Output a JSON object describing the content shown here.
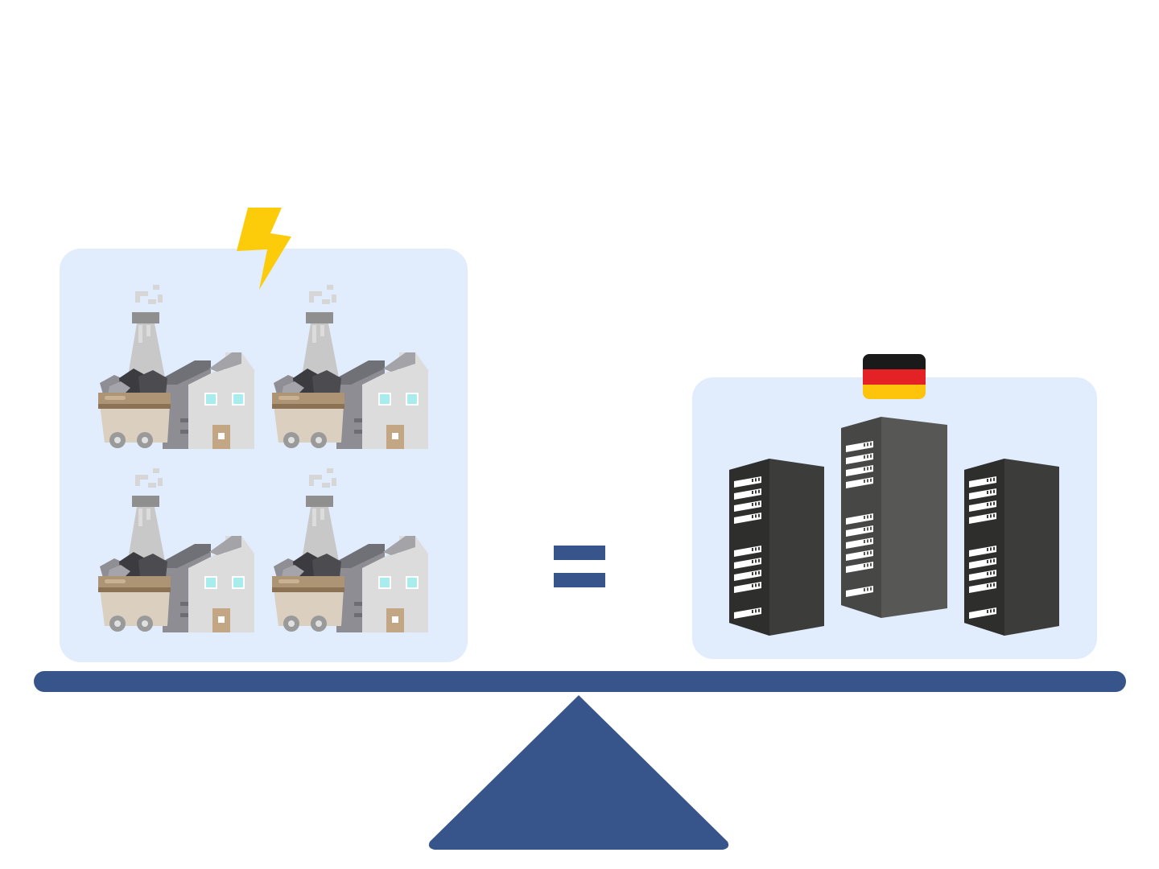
{
  "colors": {
    "panel_background": "#e1ecfd",
    "balance_navy": "#37558a",
    "lightning_yellow": "#fccc0a",
    "server_dark": "#3c3c3b",
    "server_mid": "#575756",
    "flag_black": "#1a1a1a",
    "flag_red": "#e42124",
    "flag_gold": "#fdc40b"
  },
  "left_side": {
    "group": "coal-power-plants",
    "plant_count": 4,
    "power_icon": "lightning-bolt-icon"
  },
  "right_side": {
    "group": "data-center-server-racks",
    "rack_count": 3,
    "country_flag": "germany-flag-icon"
  },
  "relation_symbol": "equals-sign-icon",
  "balance": {
    "beam": "balance-beam",
    "fulcrum": "triangle-fulcrum",
    "state": "level"
  }
}
